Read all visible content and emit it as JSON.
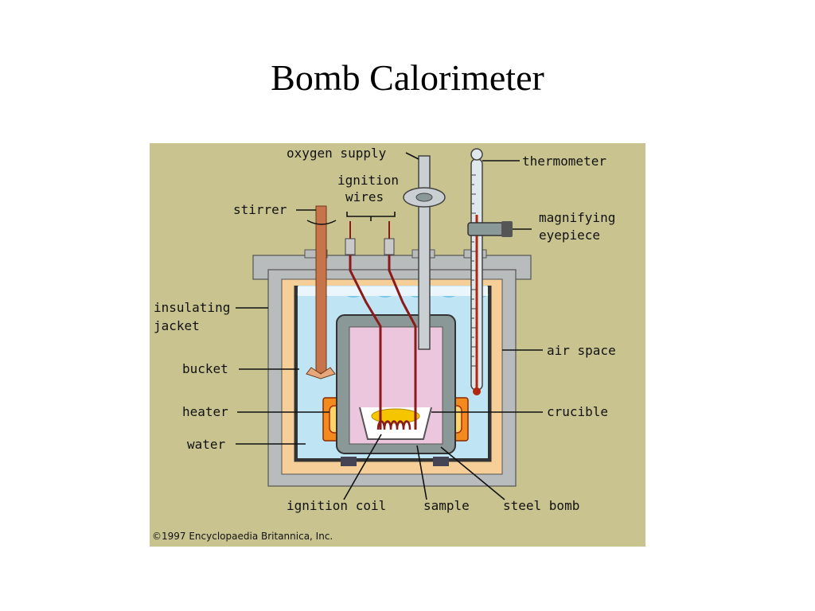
{
  "slide": {
    "title": "Bomb Calorimeter"
  },
  "diagram": {
    "labels": {
      "oxygen_supply": "oxygen supply",
      "ignition_wires_1": "ignition",
      "ignition_wires_2": "wires",
      "stirrer": "stirrer",
      "thermometer": "thermometer",
      "magnifying_eyepiece_1": "magnifying",
      "magnifying_eyepiece_2": "eyepiece",
      "insulating_jacket_1": "insulating",
      "insulating_jacket_2": "jacket",
      "air_space": "air space",
      "bucket": "bucket",
      "heater": "heater",
      "crucible": "crucible",
      "water": "water",
      "ignition_coil": "ignition coil",
      "sample": "sample",
      "steel_bomb": "steel bomb"
    },
    "credit": "©1997 Encyclopaedia Britannica, Inc.",
    "colors": {
      "background": "#c9c48f",
      "jacket": "#b8bcbc",
      "air_space": "#f6cf98",
      "water": "#bfe4f4",
      "bomb": "#8a9898",
      "bomb_interior": "#ecc6dc",
      "heater": "#f28a1e",
      "copper": "#c8744a",
      "wire": "#8b1a1a"
    }
  }
}
